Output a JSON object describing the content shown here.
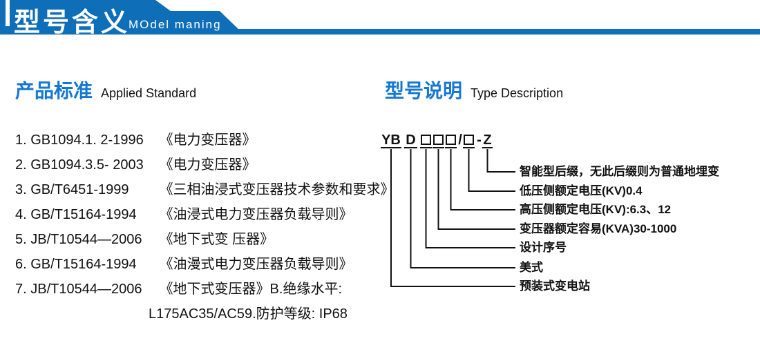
{
  "header": {
    "title": "型号含义",
    "subtitle": "MOdel maning"
  },
  "colors": {
    "header_blue": "#0e6eb7",
    "heading_blue": "#1577d2",
    "text_dark": "#111111"
  },
  "left_section": {
    "heading_zh": "产品标准",
    "heading_en": "Applied Standard",
    "items": [
      {
        "code": "1. GB1094.1. 2-1996",
        "title": "《电力变压器》"
      },
      {
        "code": "2. GB1094.3.5- 2003",
        "title": "《电力变压器》"
      },
      {
        "code": "3. GB/T6451-1999",
        "title": "《三相油浸式变压器技术参数和要求》"
      },
      {
        "code": "4. GB/T15164-1994",
        "title": "《油浸式电力变压器负载导则》"
      },
      {
        "code": "5. JB/T10544—2006",
        "title": "《地下式变 压器》"
      },
      {
        "code": "6. GB/T15164-1994",
        "title": "《油漫式电力变压器负载导则》"
      },
      {
        "code": "7. JB/T10544—2006",
        "title": "《地下式变压器》B.绝缘水平:"
      }
    ],
    "continuation": "L175AC35/AC59.防护等级: IP68"
  },
  "right_section": {
    "heading_zh": "型号说明",
    "heading_en": "Type Description",
    "code_groups": [
      "YB",
      "D",
      "□",
      "□",
      "□",
      "/",
      "□",
      "-",
      "Z"
    ],
    "labels": [
      "智能型后缀，无此后缀则为普通地埋变",
      "低压侧额定电压(KV)0.4",
      "高压侧额定电压(KV):6.3、12",
      "变压器额定容易(KVA)30-1000",
      "设计序号",
      "美式",
      "预装式变电站"
    ]
  }
}
